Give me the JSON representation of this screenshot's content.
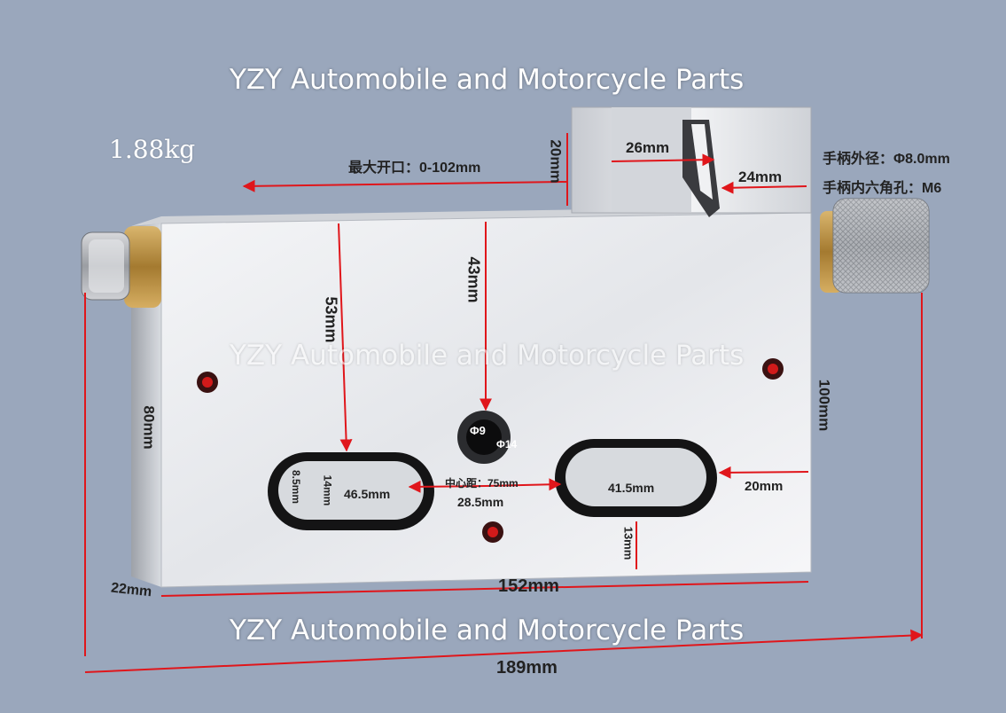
{
  "watermark": {
    "text": "YZY Automobile and Motorcycle Parts"
  },
  "weight": "1.88kg",
  "spec": {
    "max_opening": "最大开口：0-102mm",
    "handle_outer_diameter": "手柄外径：Φ8.0mm",
    "handle_hex_hole": "手柄内六角孔：M6"
  },
  "dimensions": {
    "jaw_height": "20mm",
    "jaw_slot": "26mm",
    "jaw_right": "24mm",
    "top_to_hole": "43mm",
    "top_to_slot": "53mm",
    "body_height": "80mm",
    "total_height": "100mm",
    "slot_width_left": "8.5mm",
    "slot_height": "14mm",
    "slot_length_left": "46.5mm",
    "center_distance": "中心距：75mm",
    "slot_gap": "28.5mm",
    "slot_length_right": "41.5mm",
    "right_margin": "20mm",
    "bottom_margin": "13mm",
    "thickness": "22mm",
    "body_width": "152mm",
    "total_width": "189mm"
  },
  "hole_labels": {
    "inner": "Φ9",
    "outer": "Φ14"
  },
  "colors": {
    "background": "#9aa7bc",
    "steel": "#e6e8ec",
    "dimension_line": "#e0161b",
    "watermark": "#ffffff"
  }
}
